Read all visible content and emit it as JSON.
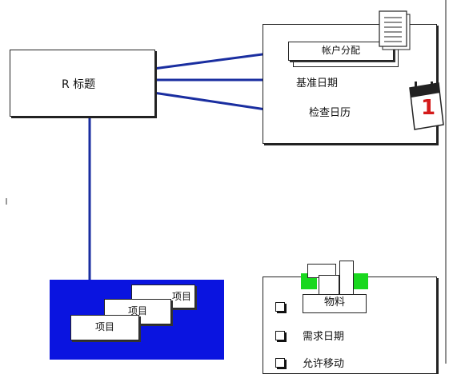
{
  "colors": {
    "connector": "#1a2ea0",
    "blue_panel": "#0a14e0",
    "green_tab": "#19d81e",
    "calendar_red": "#d41a1a"
  },
  "title_box": {
    "label": "R 标题"
  },
  "account_panel": {
    "items": [
      "帐户分配",
      "基准日期",
      "检查日历"
    ],
    "icons": [
      "document-icon",
      "calendar-icon"
    ],
    "calendar_digit": "1"
  },
  "items_panel": {
    "cards": [
      "项目",
      "项目",
      "项目"
    ]
  },
  "material_panel": {
    "header": "物料",
    "checklist": [
      "需求日期",
      "允许移动"
    ]
  }
}
